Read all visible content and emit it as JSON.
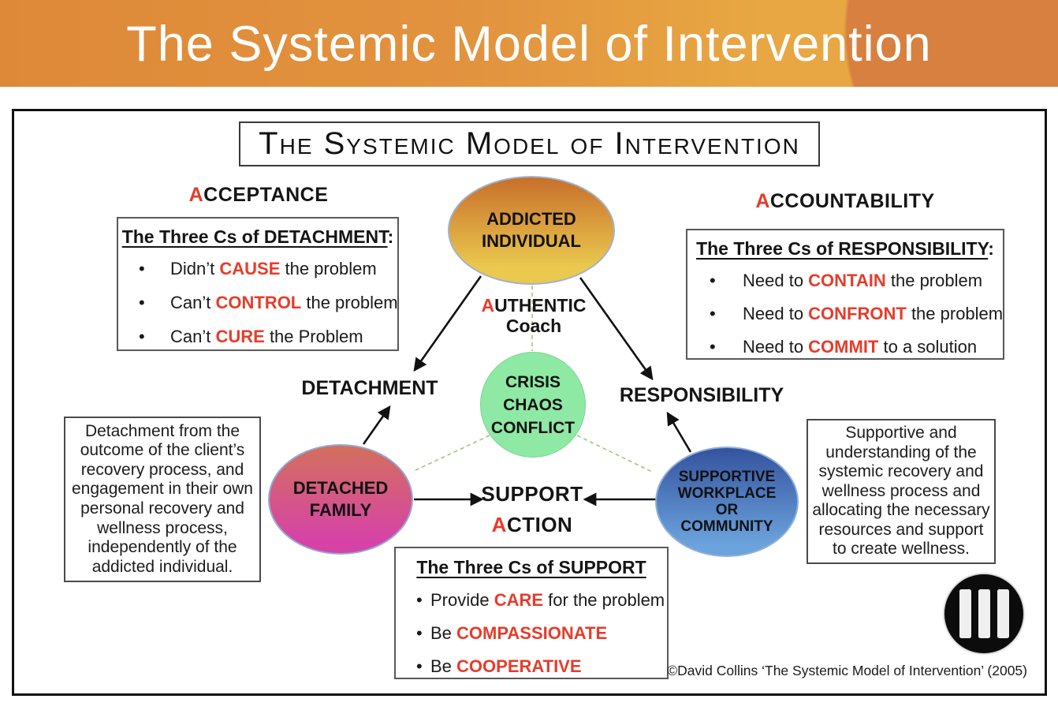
{
  "colors": {
    "accent_red": "#e63c2b",
    "banner_orange_left": "#de8938",
    "banner_orange_mid": "#e8a742",
    "banner_orange_right": "#d7803f",
    "ellipse_addicted_top": "#c86f2b",
    "ellipse_addicted_bottom": "#eac94e",
    "ellipse_family_top": "#d3705d",
    "ellipse_family_bottom": "#d643a7",
    "ellipse_workplace_top": "#34539f",
    "ellipse_workplace_bottom": "#6ba3dc",
    "circle_crisis_fill": "#8ee9a4",
    "dashed_line_green": "#9bc878"
  },
  "banner": {
    "title": "The Systemic Model of Intervention"
  },
  "main": {
    "title": "The Systemic Model of Intervention",
    "acceptance": {
      "first_letter": "A",
      "rest": "CCEPTANCE"
    },
    "accountability": {
      "first_letter": "A",
      "rest": "CCOUNTABILITY"
    },
    "detachment_box": {
      "heading": "The Three Cs of DETACHMENT",
      "heading_suffix": ":",
      "items": [
        {
          "pre": "Didn’t ",
          "keyword": "CAUSE",
          "post": " the problem"
        },
        {
          "pre": "Can’t ",
          "keyword": "CONTROL",
          "post": " the problem"
        },
        {
          "pre": "Can’t ",
          "keyword": "CURE",
          "post": " the Problem"
        }
      ]
    },
    "responsibility_box": {
      "heading": "The Three Cs of RESPONSIBILITY",
      "heading_suffix": ":",
      "items": [
        {
          "pre": "Need to ",
          "keyword": "CONTAIN",
          "post": " the problem"
        },
        {
          "pre": "Need to ",
          "keyword": "CONFRONT",
          "post": " the problem"
        },
        {
          "pre": "Need to ",
          "keyword": "COMMIT",
          "post": " to a solution"
        }
      ]
    },
    "support_box": {
      "heading": "The Three Cs of SUPPORT",
      "heading_suffix": "",
      "items": [
        {
          "pre": "Provide ",
          "keyword": "CARE",
          "post": " for the problem"
        },
        {
          "pre": "Be ",
          "keyword": "COMPASSIONATE",
          "post": ""
        },
        {
          "pre": "Be ",
          "keyword": "COOPERATIVE",
          "post": ""
        }
      ]
    },
    "nodes": {
      "addicted_individual": "ADDICTED\nINDIVIDUAL",
      "crisis": "CRISIS\nCHAOS\nCONFLICT",
      "detached_family": "DETACHED\nFAMILY",
      "supportive_workplace": "SUPPORTIVE\nWORKPLACE\nOR\nCOMMUNITY"
    },
    "labels": {
      "authentic": {
        "first_letter": "A",
        "rest": "UTHENTIC"
      },
      "coach": "Coach",
      "detachment": "DETACHMENT",
      "responsibility": "RESPONSIBILITY",
      "support": "SUPPORT",
      "action": {
        "first_letter": "A",
        "rest": "CTION"
      }
    },
    "descriptions": {
      "left": "Detachment from the\noutcome of the client’s\nrecovery process, and\nengagement in their own\npersonal recovery and\nwellness  process,\nindependently of the\naddicted individual.",
      "right": "Supportive and\nunderstanding of the\nsystemic recovery and\nwellness process and\nallocating the necessary\nresources and support\nto create wellness."
    },
    "copyright": "©David Collins ‘The Systemic Model of Intervention’ (2005)"
  }
}
